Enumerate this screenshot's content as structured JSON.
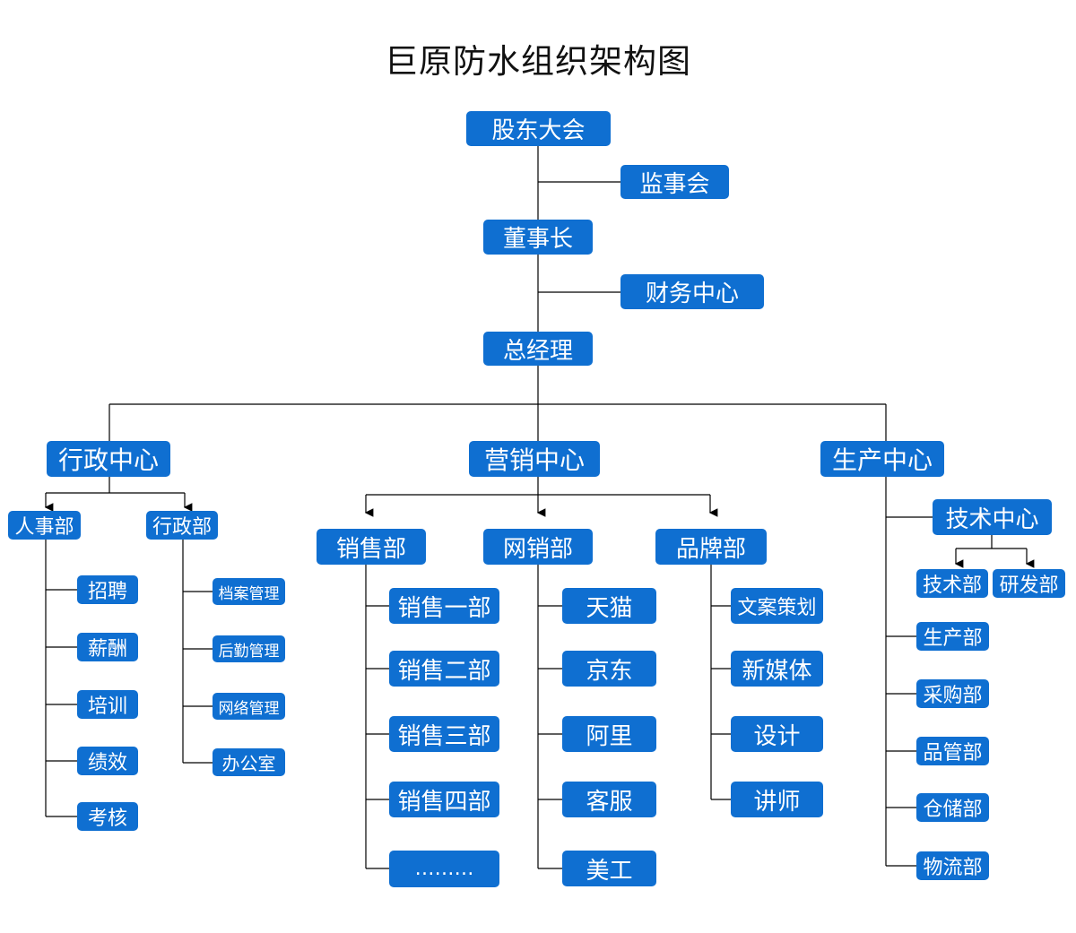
{
  "title": "巨原防水组织架构图",
  "colors": {
    "box": "#0f6fd1",
    "text": "#ffffff",
    "line": "#000000"
  },
  "nodes": {
    "shareholders": "股东大会",
    "supervisors": "监事会",
    "chairman": "董事长",
    "finance": "财务中心",
    "gm": "总经理",
    "admin_center": "行政中心",
    "marketing_center": "营销中心",
    "production_center": "生产中心",
    "hr": "人事部",
    "admin_dept": "行政部",
    "hr_items": [
      "招聘",
      "薪酬",
      "培训",
      "绩效",
      "考核"
    ],
    "admin_items": [
      "档案管理",
      "后勤管理",
      "网络管理",
      "办公室"
    ],
    "sales": "销售部",
    "online_sales": "网销部",
    "brand": "品牌部",
    "sales_items": [
      "销售一部",
      "销售二部",
      "销售三部",
      "销售四部",
      "………"
    ],
    "online_items": [
      "天猫",
      "京东",
      "阿里",
      "客服",
      "美工"
    ],
    "brand_items": [
      "文案策划",
      "新媒体",
      "设计",
      "讲师"
    ],
    "tech_center": "技术中心",
    "tech_dept": "技术部",
    "rd_dept": "研发部",
    "production_items": [
      "生产部",
      "采购部",
      "品管部",
      "仓储部",
      "物流部"
    ]
  }
}
